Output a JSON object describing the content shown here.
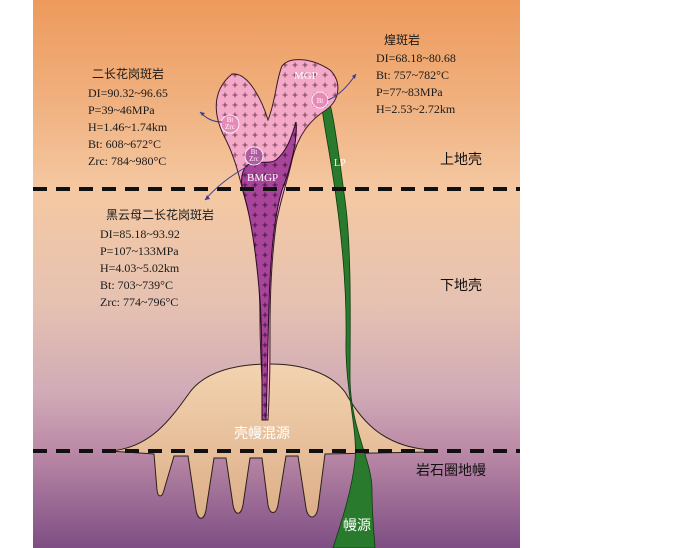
{
  "zones": {
    "upper_crust": "上地壳",
    "lower_crust": "下地壳",
    "mantle": "岩石圈地幔"
  },
  "sources": {
    "crust_mantle": "壳幔混源",
    "mantle": "幔源"
  },
  "units": {
    "mgp": "MGP",
    "bmgp": "BMGP",
    "lp": "LP"
  },
  "markers": {
    "bt_zrc_1_a": "Bt",
    "bt_zrc_1_b": "Zrc",
    "bt_zrc_2_a": "Bt",
    "bt_zrc_2_b": "Zrc",
    "bt_3": "Bt"
  },
  "annotations": {
    "monzogranite_porphyry": {
      "title": "二长花岗斑岩",
      "lines": [
        "DI=90.32~96.65",
        "P=39~46MPa",
        "H=1.46~1.74km",
        "Bt: 608~672°C",
        "Zrc: 784~980°C"
      ]
    },
    "lamprophyre": {
      "title": "煌斑岩",
      "lines": [
        "DI=68.18~80.68",
        "Bt: 757~782°C",
        "P=77~83MPa",
        "H=2.53~2.72km"
      ]
    },
    "biotite_monzogranite_porphyry": {
      "title": "黑云母二长花岗斑岩",
      "lines": [
        "DI=85.18~93.92",
        "P=107~133MPa",
        "H=4.03~5.02km",
        "Bt: 703~739°C",
        "Zrc: 774~796°C"
      ]
    }
  },
  "colors": {
    "mgp_fill": "#f4a9c8",
    "bmgp_fill": "#a8459a",
    "lp_fill": "#2a7a2e",
    "source_fill": "#e8c2a0"
  }
}
